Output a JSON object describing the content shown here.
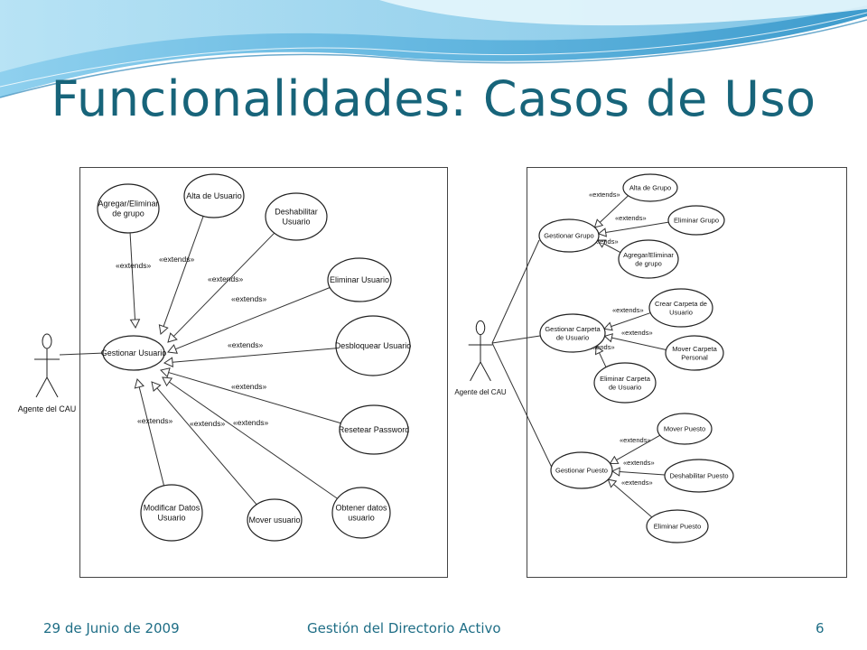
{
  "slide": {
    "title": "Funcionalidades: Casos de Uso",
    "footer_date": "29 de Junio de 2009",
    "footer_center": "Gestión del Directorio Activo",
    "footer_page": "6",
    "accent_color": "#17647a",
    "wave_color": "#5aaed8"
  },
  "left_diagram": {
    "actor": "Agente del CAU",
    "center_use_case": [
      "Gestionar Usuario"
    ],
    "relation_label": "«extends»",
    "use_cases": [
      {
        "id": "agregar-eliminar-grupo",
        "lines": [
          "Agregar/Eliminar",
          "de grupo"
        ]
      },
      {
        "id": "alta-usuario",
        "lines": [
          "Alta de Usuario"
        ]
      },
      {
        "id": "deshabilitar-usuario",
        "lines": [
          "Deshabilitar",
          "Usuario"
        ]
      },
      {
        "id": "eliminar-usuario",
        "lines": [
          "Eliminar Usuario"
        ]
      },
      {
        "id": "desbloquear-usuario",
        "lines": [
          "Desbloquear Usuario"
        ]
      },
      {
        "id": "resetear-password",
        "lines": [
          "Resetear Password"
        ]
      },
      {
        "id": "obtener-datos-usuario",
        "lines": [
          "Obtener datos",
          "usuario"
        ]
      },
      {
        "id": "mover-usuario",
        "lines": [
          "Mover usuario"
        ]
      },
      {
        "id": "modificar-datos-usuario",
        "lines": [
          "Modificar Datos",
          "Usuario"
        ]
      }
    ]
  },
  "right_diagram": {
    "actor": "Agente del CAU",
    "relation_label": "«extends»",
    "groups": [
      {
        "id": "gestionar-grupo",
        "lines": [
          "Gestionar Grupo"
        ],
        "use_cases": [
          {
            "id": "alta-grupo",
            "lines": [
              "Alta de Grupo"
            ]
          },
          {
            "id": "eliminar-grupo",
            "lines": [
              "Eliminar Grupo"
            ]
          },
          {
            "id": "agregar-eliminar-grupo",
            "lines": [
              "Agregar/Eliminar",
              "de grupo"
            ]
          }
        ]
      },
      {
        "id": "gestionar-carpeta",
        "lines": [
          "Gestionar Carpeta",
          "de Usuario"
        ],
        "use_cases": [
          {
            "id": "crear-carpeta",
            "lines": [
              "Crear Carpeta de",
              "Usuario"
            ]
          },
          {
            "id": "mover-carpeta",
            "lines": [
              "Mover Carpeta",
              "Personal"
            ]
          },
          {
            "id": "eliminar-carpeta",
            "lines": [
              "Eliminar Carpeta",
              "de Usuario"
            ]
          }
        ]
      },
      {
        "id": "gestionar-puesto",
        "lines": [
          "Gestionar Puesto"
        ],
        "use_cases": [
          {
            "id": "mover-puesto",
            "lines": [
              "Mover Puesto"
            ]
          },
          {
            "id": "deshabilitar-puesto",
            "lines": [
              "Deshabilitar Puesto"
            ]
          },
          {
            "id": "eliminar-puesto",
            "lines": [
              "Eliminar Puesto"
            ]
          }
        ]
      }
    ]
  }
}
